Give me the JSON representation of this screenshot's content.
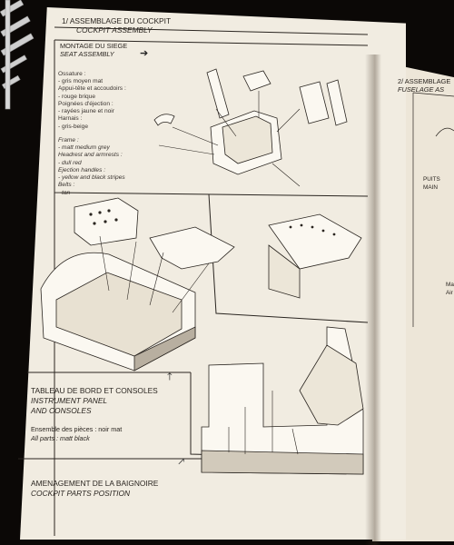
{
  "header": {
    "step1_fr": "1/ ASSEMBLAGE DU COCKPIT",
    "step1_en": "COCKPIT ASSEMBLY",
    "step2_fr": "2/ ASSEMBLAGE",
    "step2_en": "FUSELAGE AS"
  },
  "seat": {
    "title_fr": "MONTAGE DU SIEGE",
    "title_en": "SEAT ASSEMBLY",
    "legend": [
      "Ossature :",
      "- gris moyen mat",
      "Appui-tête et accoudoirs :",
      "- rouge brique",
      "Poignées d'éjection :",
      "- rayées jaune et noir",
      "Harnais :",
      "- gris-beige",
      "",
      "Frame :",
      "- matt medium grey",
      "Headrest and armrests :",
      "- dull red",
      "Ejection handles :",
      "- yellow and black stripes",
      "Belts :",
      "- tan"
    ]
  },
  "panel": {
    "title_fr": "TABLEAU DE BORD ET CONSOLES",
    "title_en_1": "INSTRUMENT PANEL",
    "title_en_2": "AND CONSOLES",
    "note_fr": "Ensemble des pièces : noir mat",
    "note_en": "All parts : matt black"
  },
  "tub": {
    "title_fr": "AMENAGEMENT DE LA BAIGNOIRE",
    "title_en": "COCKPIT PARTS POSITION"
  },
  "right_page": {
    "frag1": "PUITS",
    "frag2": "MAIN",
    "frag3": "Ma",
    "frag4": "Air"
  },
  "icons": [
    "arrow-right-icon",
    "arrow-up-icon",
    "arrow-up-right-icon"
  ],
  "colors": {
    "paper": "#f1ece1",
    "ink": "#2a2520",
    "background": "#0b0806"
  }
}
